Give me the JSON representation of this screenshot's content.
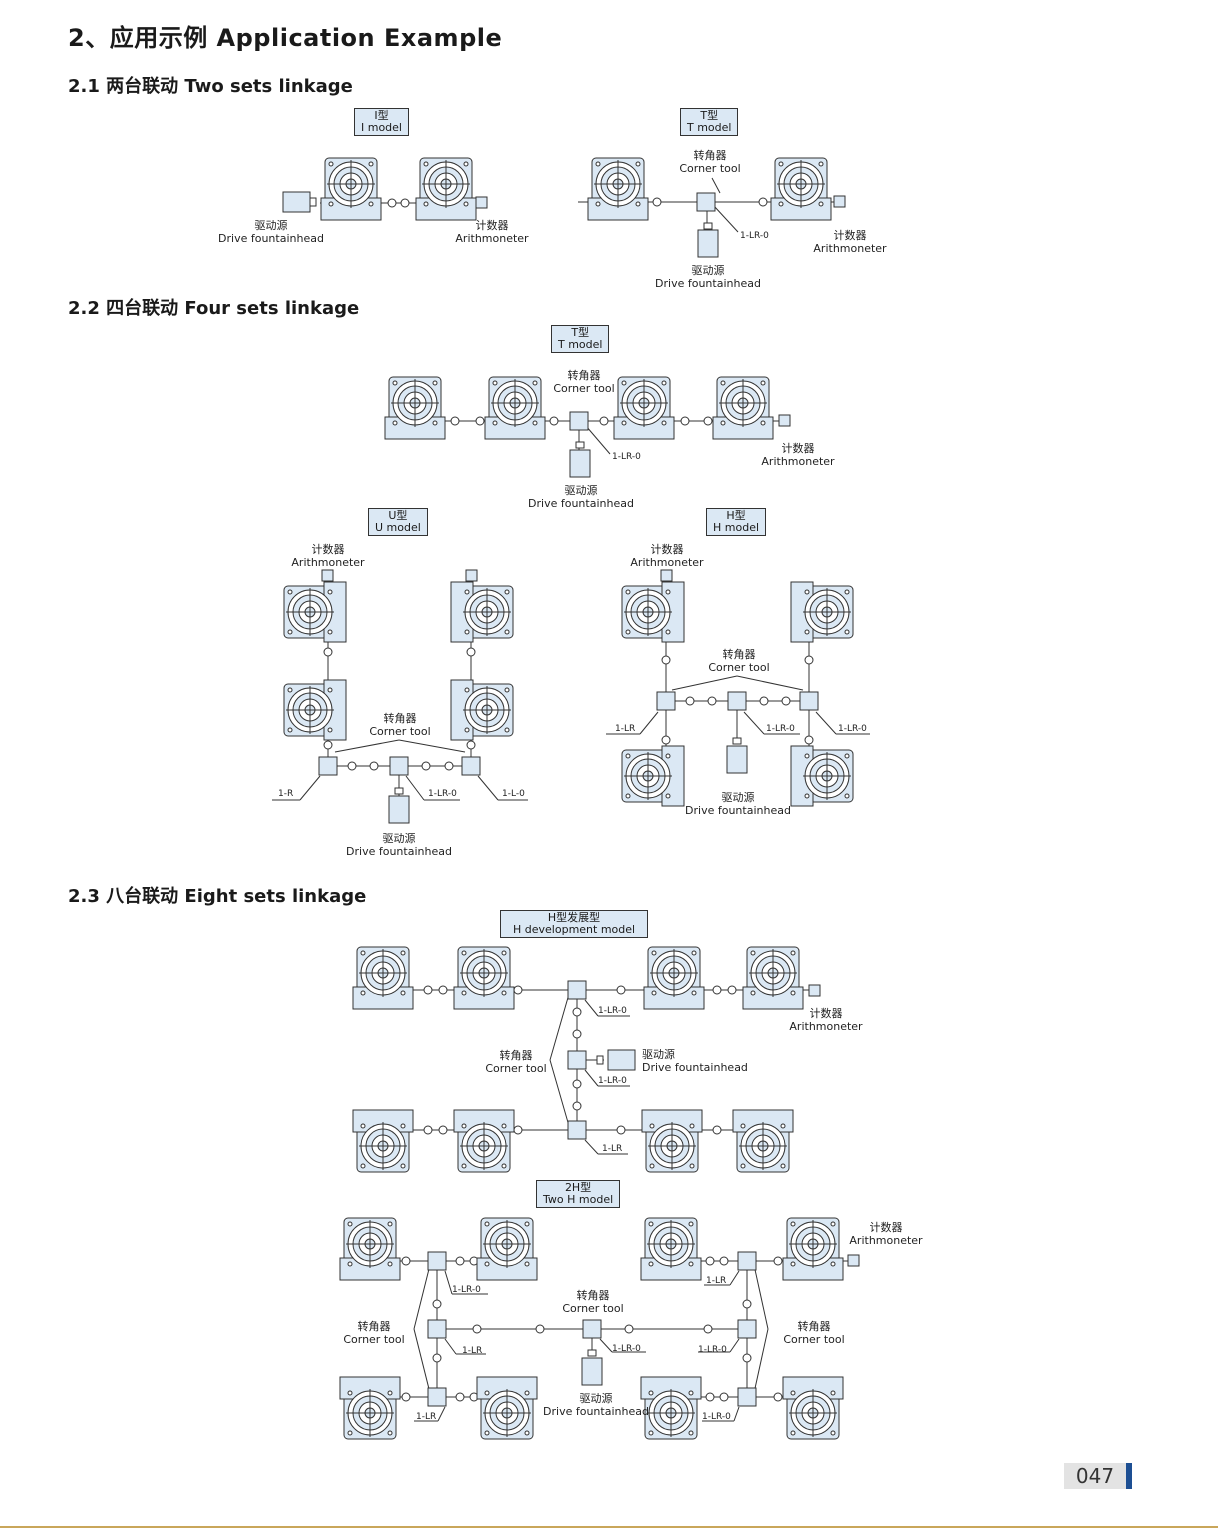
{
  "page": {
    "title": "2、应用示例 Application Example",
    "page_number": "047"
  },
  "sections": {
    "s21": {
      "title": "2.1 两台联动  Two sets linkage"
    },
    "s22": {
      "title": "2.2 四台联动  Four sets linkage"
    },
    "s23": {
      "title": "2.3 八台联动  Eight sets linkage"
    }
  },
  "models": {
    "i_cn": "I型",
    "i_en": "I model",
    "t_cn": "T型",
    "t_en": "T model",
    "u_cn": "U型",
    "u_en": "U model",
    "h_cn": "H型",
    "h_en": "H model",
    "hd_cn": "H型发展型",
    "hd_en": "H development model",
    "h2_cn": "2H型",
    "h2_en": "Two H model"
  },
  "labels": {
    "drive_cn": "驱动源",
    "drive_en": "Drive fountainhead",
    "counter_cn": "计数器",
    "counter_en": "Arithmoneter",
    "corner_cn": "转角器",
    "corner_en": "Corner tool"
  },
  "tags": {
    "lr0": "1-LR-0",
    "lr": "1-LR",
    "r": "1-R",
    "l0": "1-L-0"
  },
  "colors": {
    "unit_fill": "#dbe8f4",
    "line": "#333333",
    "page_bar": "#1d4f93",
    "footer_line": "#c9a65a"
  }
}
